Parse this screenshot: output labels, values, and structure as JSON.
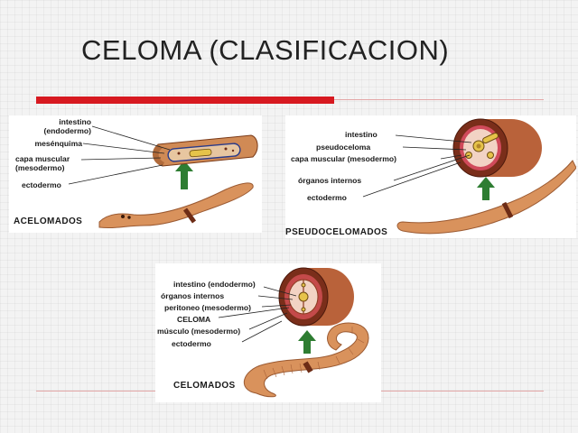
{
  "title": "CELOMA (CLASIFICACION)",
  "panels": {
    "acelomados": {
      "caption": "ACELOMADOS",
      "labels": {
        "intestino": "intestino\n(endodermo)",
        "mesenquima": "mesénquima",
        "capa_muscular": "capa muscular\n(mesodermo)",
        "ectodermo": "ectodermo"
      }
    },
    "pseudocelomados": {
      "caption": "PSEUDOCELOMADOS",
      "labels": {
        "intestino": "intestino",
        "pseudoceloma": "pseudoceloma",
        "capa_muscular": "capa muscular (mesodermo)",
        "organos": "órganos internos",
        "ectodermo": "ectodermo"
      }
    },
    "celomados": {
      "caption": "CELOMADOS",
      "labels": {
        "intestino": "intestino (endodermo)",
        "organos": "órganos internos",
        "peritoneo": "peritoneo (mesodermo)",
        "celoma": "CELOMA",
        "musculo": "músculo (mesodermo)",
        "ectodermo": "ectodermo"
      }
    }
  },
  "colors": {
    "accent_bar": "#d71920",
    "worm_body": "#d9925c",
    "worm_dark": "#8a3a1e",
    "arrow": "#2e7d32",
    "gut": "#e6c34a"
  }
}
